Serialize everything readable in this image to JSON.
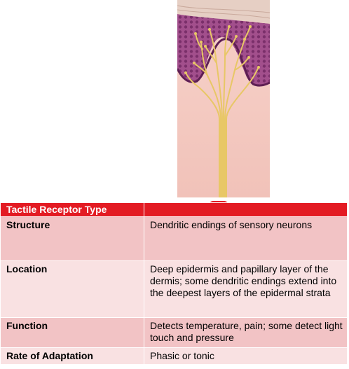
{
  "table": {
    "header": [
      "Tactile Receptor Type",
      ""
    ],
    "rows": [
      {
        "label": "Structure",
        "value": "Dendritic endings of sensory neurons"
      },
      {
        "label": "Location",
        "value": "Deep epidermis and papillary layer of the dermis; some dendritic endings extend into the deepest layers of the epidermal strata"
      },
      {
        "label": "Function",
        "value": "Detects temperature, pain; some detect light touch and pressure"
      },
      {
        "label": "Rate of Adaptation",
        "value": "Phasic or tonic"
      }
    ]
  },
  "colors": {
    "header_red": "#e31b23",
    "row_dark": "#f2c3c5",
    "row_light": "#f9e1e2",
    "nerve": "#e8c766",
    "epidermis": "#9c4a8a",
    "dermis": "#f3c9c1"
  },
  "icons": [
    "free-nerve-ending-illustration"
  ]
}
